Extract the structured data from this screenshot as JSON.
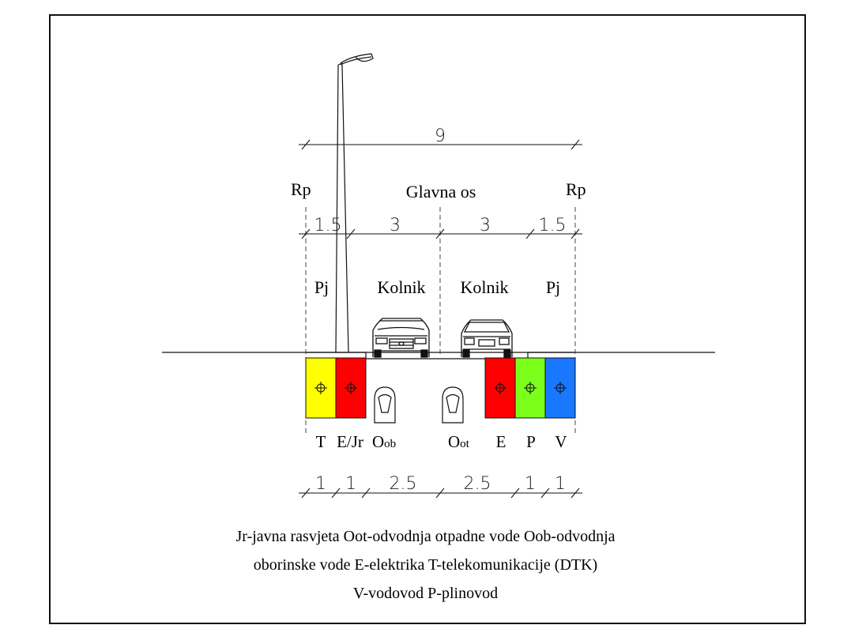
{
  "dimensions": {
    "total": "9",
    "top": [
      "1.5",
      "3",
      "3",
      "1.5"
    ],
    "bottom": [
      "1",
      "1",
      "2.5",
      "2.5",
      "1",
      "1"
    ]
  },
  "labels": {
    "rp_left": "Rp",
    "rp_right": "Rp",
    "axis": "Glavna os",
    "pj_left": "Pj",
    "pj_right": "Pj",
    "kolnik_left": "Kolnik",
    "kolnik_right": "Kolnik"
  },
  "utilities": {
    "T": "T",
    "EJr": "E/Jr",
    "Oob": {
      "main": "O",
      "sub": "ob"
    },
    "Oot": {
      "main": "O",
      "sub": "ot"
    },
    "E": "E",
    "P": "P",
    "V": "V"
  },
  "colors": {
    "telekom": "#ffff00",
    "elektrika": "#ff0000",
    "plin": "#7cff1a",
    "vodovod": "#1a78ff"
  },
  "legend": {
    "line1": "Jr-javna rasvjeta   Oot-odvodnja otpadne vode  Oob-odvodnja",
    "line2": "oborinske vode   E-elektrika   T-telekomunikacije (DTK)",
    "line3": "V-vodovod   P-plinovod"
  }
}
